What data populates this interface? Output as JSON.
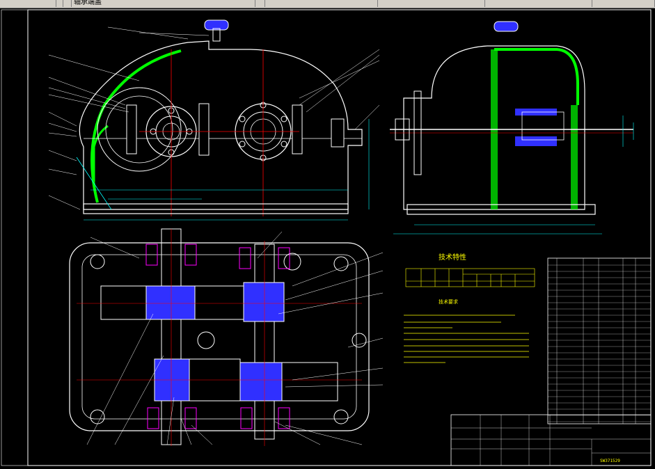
{
  "toolbar": {
    "label": "轴承端盖",
    "colors": {
      "bar": "#d4d0c8"
    }
  },
  "drawing": {
    "tech_char_title": "技术特性",
    "tech_req_title": "技术要求",
    "title_block_code": "SW371529",
    "colors": {
      "background": "#000000",
      "frame": "#ffffff",
      "housing": "#00ff00",
      "section_fill": "#3030ff",
      "leader": "#ffffff",
      "center_line": "#ff0000",
      "dimension": "#00ffff",
      "text": "#ffff00",
      "fastener": "#ff00ff"
    }
  }
}
